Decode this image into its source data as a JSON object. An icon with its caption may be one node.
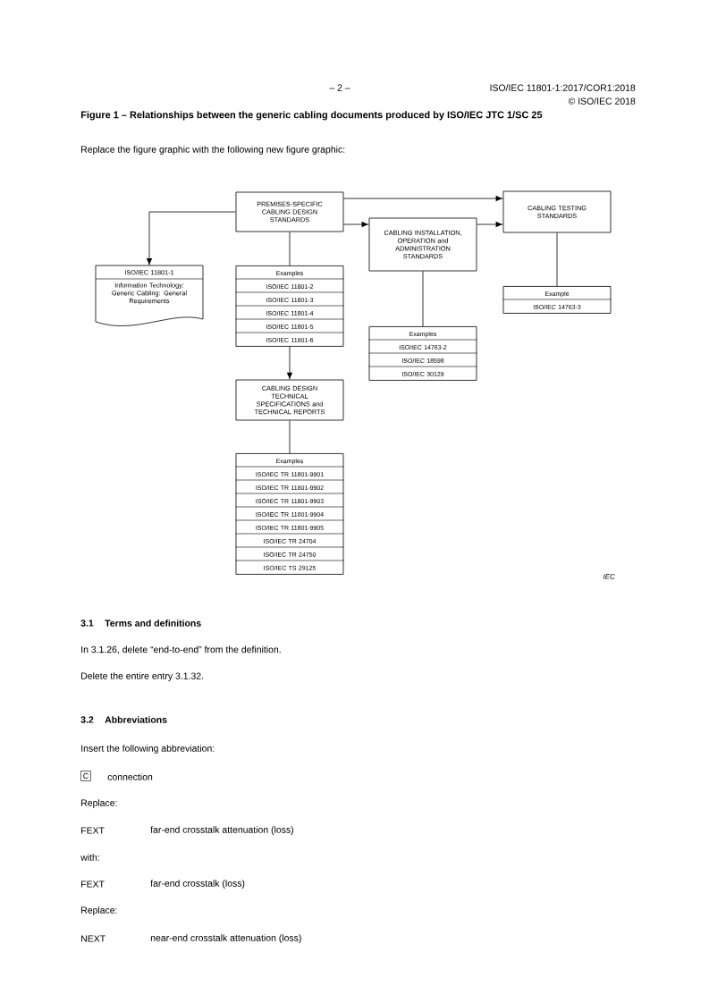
{
  "diagram": {
    "title": "Figure 1 – Relationships between the generic cabling documents produced by ISO/IEC JTC 1/SC 25",
    "nodes": [
      {
        "text": [
          "PREMISES-SPECIFIC CABLING DESIGN STANDARDS"
        ]
      },
      {
        "text": [
          "CABLING TESTING STANDARDS"
        ]
      },
      {
        "text": [
          "CABLING INSTALLATION, OPERATION and ADMINISTRATION STANDARDS"
        ]
      },
      {
        "text": [
          "ISO/IEC 11801-1",
          "Information Technology: Generic Cabling: General Requirements"
        ]
      },
      {
        "text": [
          "Examples",
          "ISO/IEC 11801-2",
          "ISO/IEC 11801-3",
          "ISO/IEC 11801-4",
          "ISO/IEC 11801-5",
          "ISO/IEC 11801-6"
        ]
      },
      {
        "text": [
          "Example",
          "ISO/IEC 14763-3"
        ]
      },
      {
        "text": [
          "Examples",
          "ISO/IEC 14763-2",
          "ISO/IEC 18598",
          "ISO/IEC 30129"
        ]
      },
      {
        "text": [
          "CABLING DESIGN TECHNICAL SPECIFICATIONS and TECHNICAL REPORTS"
        ]
      },
      {
        "text": [
          "Examples",
          "ISO/IEC TR 11801-9901",
          "ISO/IEC TR 11801-9902",
          "ISO/IEC TR 11801-9903",
          "ISO/IEC TR 11801-9904",
          "ISO/IEC TR 11801-9905",
          "ISO/IEC TR 24704",
          "ISO/IEC TR 24750",
          "ISO/IEC TS 29125"
        ]
      }
    ],
    "edges": [
      {
        "from": 0,
        "to": 1,
        "arrow": "to"
      },
      {
        "from": 0,
        "to": 2,
        "arrow": "to"
      },
      {
        "from": 2,
        "to": 1,
        "arrow": "to"
      },
      {
        "from": 0,
        "to": 3,
        "arrow": "to"
      },
      {
        "from": 0,
        "to": 4,
        "arrow": "none"
      },
      {
        "from": 4,
        "to": 7,
        "arrow": "to"
      },
      {
        "from": 7,
        "to": 8,
        "arrow": "none"
      },
      {
        "from": 2,
        "to": 6,
        "arrow": "none"
      },
      {
        "from": 1,
        "to": 5,
        "arrow": "none"
      }
    ],
    "labels": [
      "– 2 –",
      "ISO/IEC 11801-1:2017/COR1:2018",
      "© ISO/IEC 2018",
      "Replace the figure graphic with the following new figure graphic:",
      "IEC",
      "3.1",
      "Terms and definitions",
      "In 3.1.26, delete “end-to-end” from the definition.",
      "Delete the entire entry 3.1.32.",
      "3.2",
      "Abbreviations",
      "Insert the following abbreviation:",
      "C",
      "connection",
      "Replace:",
      "FEXT",
      "far-end crosstalk attenuation (loss)",
      "with:",
      "FEXT",
      "far-end crosstalk (loss)",
      "Replace:",
      "NEXT",
      "near-end crosstalk attenuation (loss)"
    ]
  }
}
